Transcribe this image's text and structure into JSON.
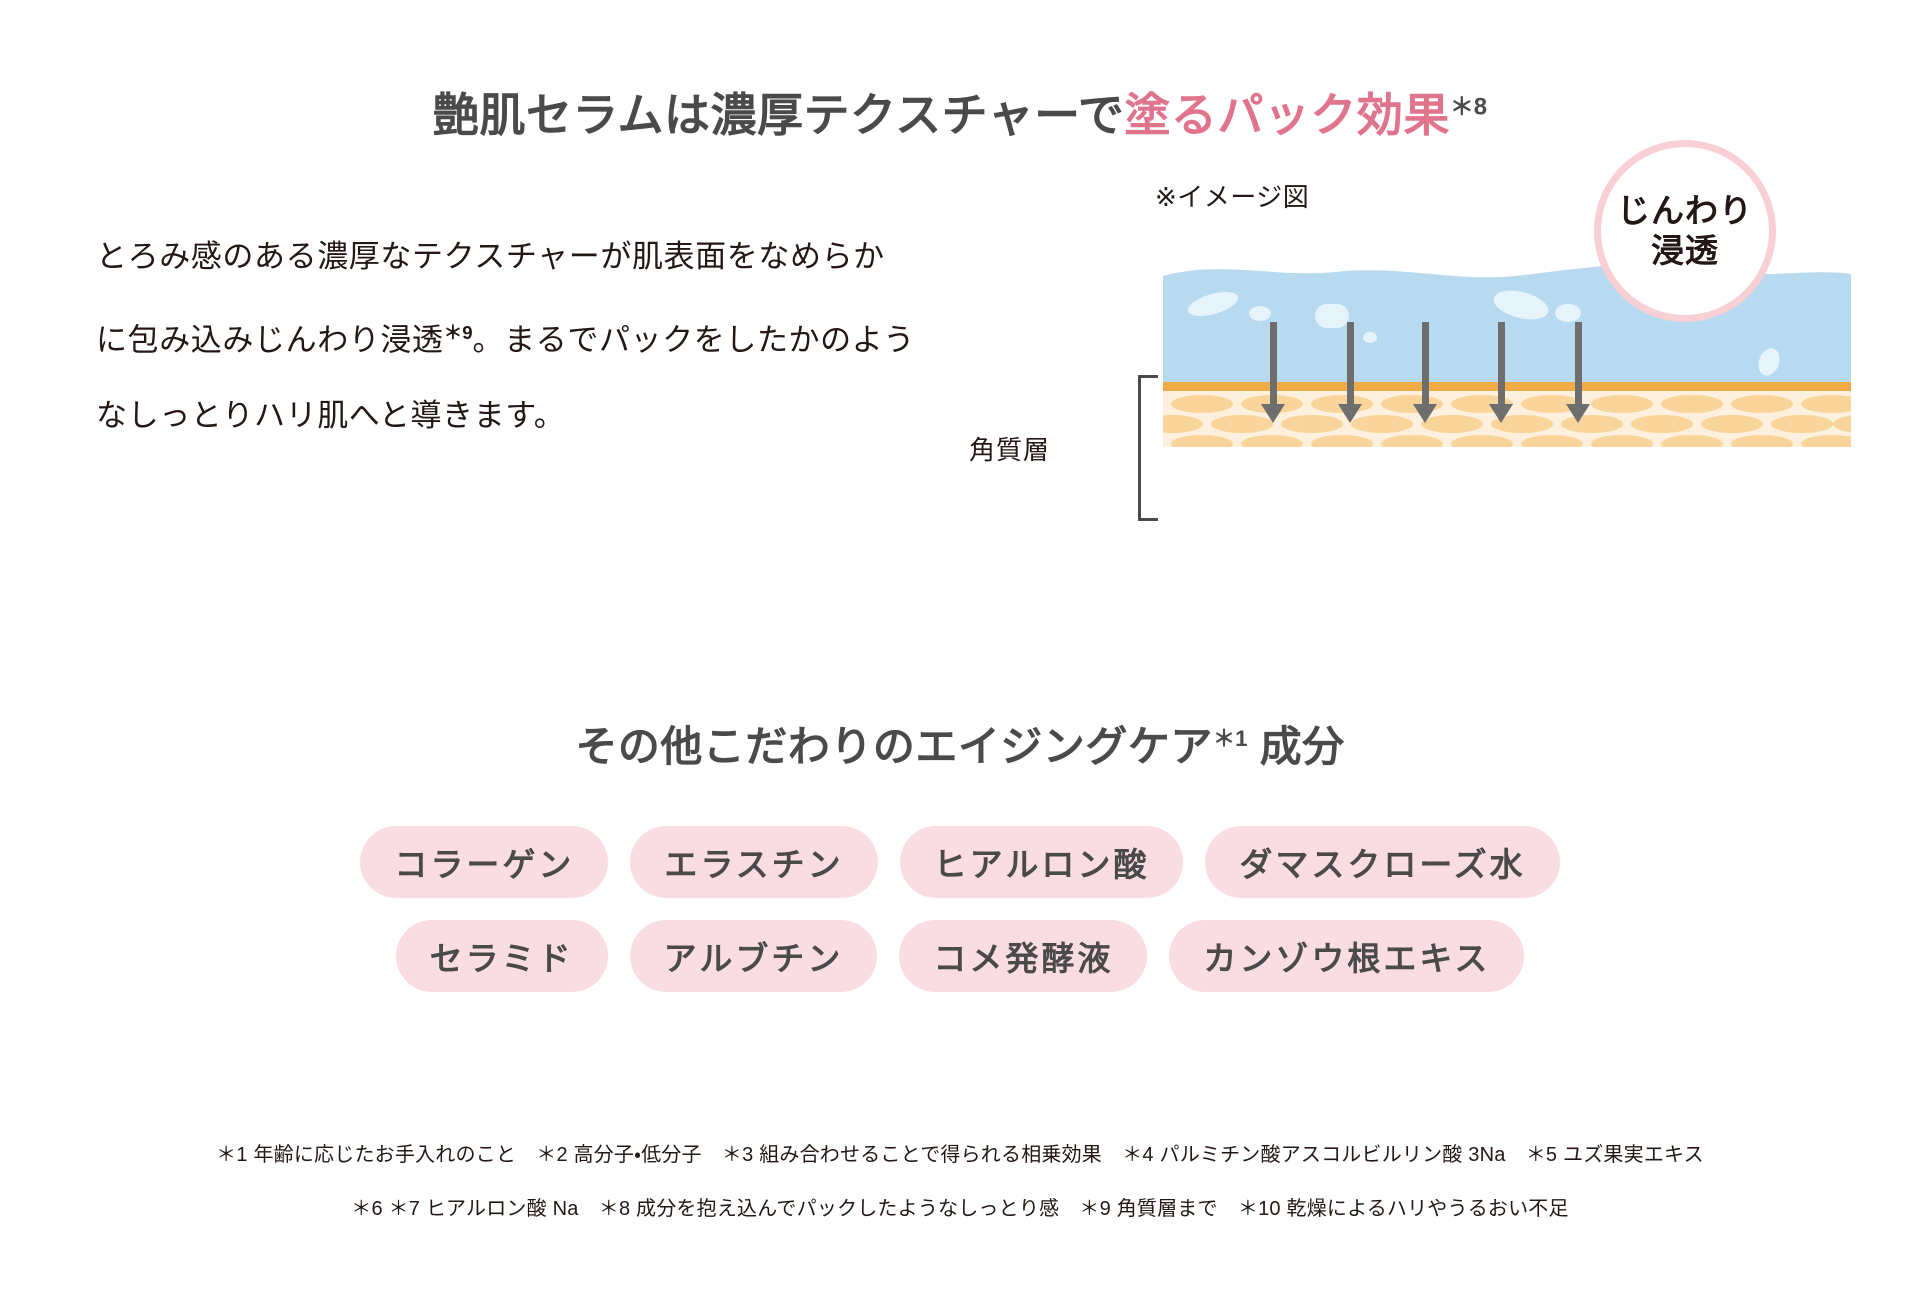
{
  "title": {
    "prefix": "艶肌セラムは濃厚テクスチャーで",
    "accent": "塗るパック効果",
    "superscript": "＊8"
  },
  "lead": {
    "line1": "とろみ感のある濃厚なテクスチャーが肌表面をな",
    "line2_a": "めらかに包み込みじんわり浸透",
    "line2_sup": "＊9",
    "line2_b": "。まるでパックを",
    "line3": "したかのようなしっとりハリ肌へと導きます。"
  },
  "illustration": {
    "note": "※イメージ図",
    "layer_label": "角質層",
    "badge_line1": "じんわり",
    "badge_line2": "浸透",
    "arrow_count": 5,
    "colors": {
      "serum": "#b7daf0",
      "boundary": "#f0ab47",
      "corneum": "#fdf0dc",
      "cell": "#f9d49b",
      "arrow": "#6e6e6e",
      "badge_ring": "#f7cfd5"
    }
  },
  "section": {
    "heading_prefix": "その他こだわりのエイジングケア",
    "heading_sup": "＊1",
    "heading_suffix": " 成分"
  },
  "ingredients": {
    "row1": [
      "コラーゲン",
      "エラスチン",
      "ヒアルロン酸",
      "ダマスクローズ水"
    ],
    "row2": [
      "セラミド",
      "アルブチン",
      "コメ発酵液",
      "カンゾウ根エキス"
    ],
    "pill_bg": "#fadde2"
  },
  "footnotes": {
    "line1": "＊1 年齢に応じたお手入れのこと　＊2 高分子・低分子　＊3 組み合わせることで得られる相乗効果　＊4 パルミチン酸アスコルビルリン酸 3Na　＊5 ユズ果実エキス",
    "line2": "＊6 ＊7 ヒアルロン酸 Na　＊8 成分を抱え込んでパックしたようなしっとり感　＊9 角質層まで　＊10 乾燥によるハリやうるおい不足"
  },
  "theme": {
    "accent_pink": "#e0748c",
    "text_dark": "#4a4a4a",
    "body_text": "#231815"
  }
}
